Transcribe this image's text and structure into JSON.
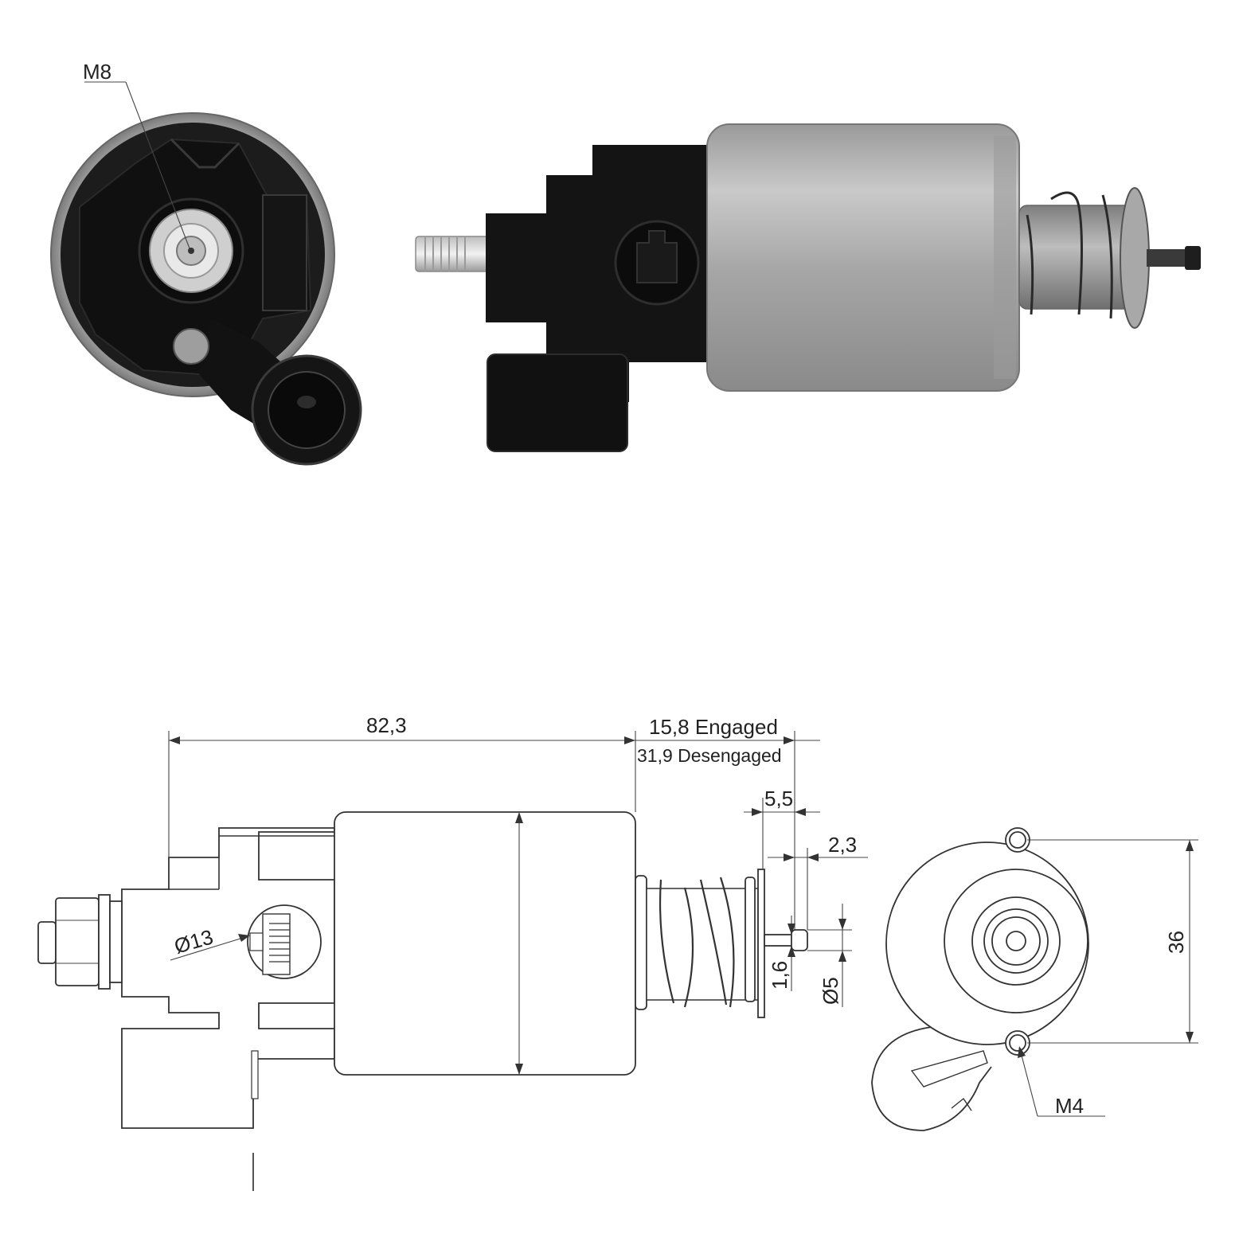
{
  "colors": {
    "housing_dark": "#141414",
    "metal_can": "#a9a9a9",
    "metal_light": "#d8d8d8",
    "line": "#333333",
    "background": "#ffffff"
  },
  "photo": {
    "thread_label": "M8"
  },
  "drawing": {
    "overall_length": "82,3",
    "stroke_engaged": "15,8 Engaged",
    "stroke_desengaged": "31,9 Desengaged",
    "plunger_flange_width": "5,5",
    "plunger_tip_length": "2,3",
    "terminal_diameter": "Ø13",
    "plunger_step": "1,6",
    "plunger_diameter": "Ø5",
    "mount_hole_spacing": "36",
    "mount_thread": "M4"
  }
}
